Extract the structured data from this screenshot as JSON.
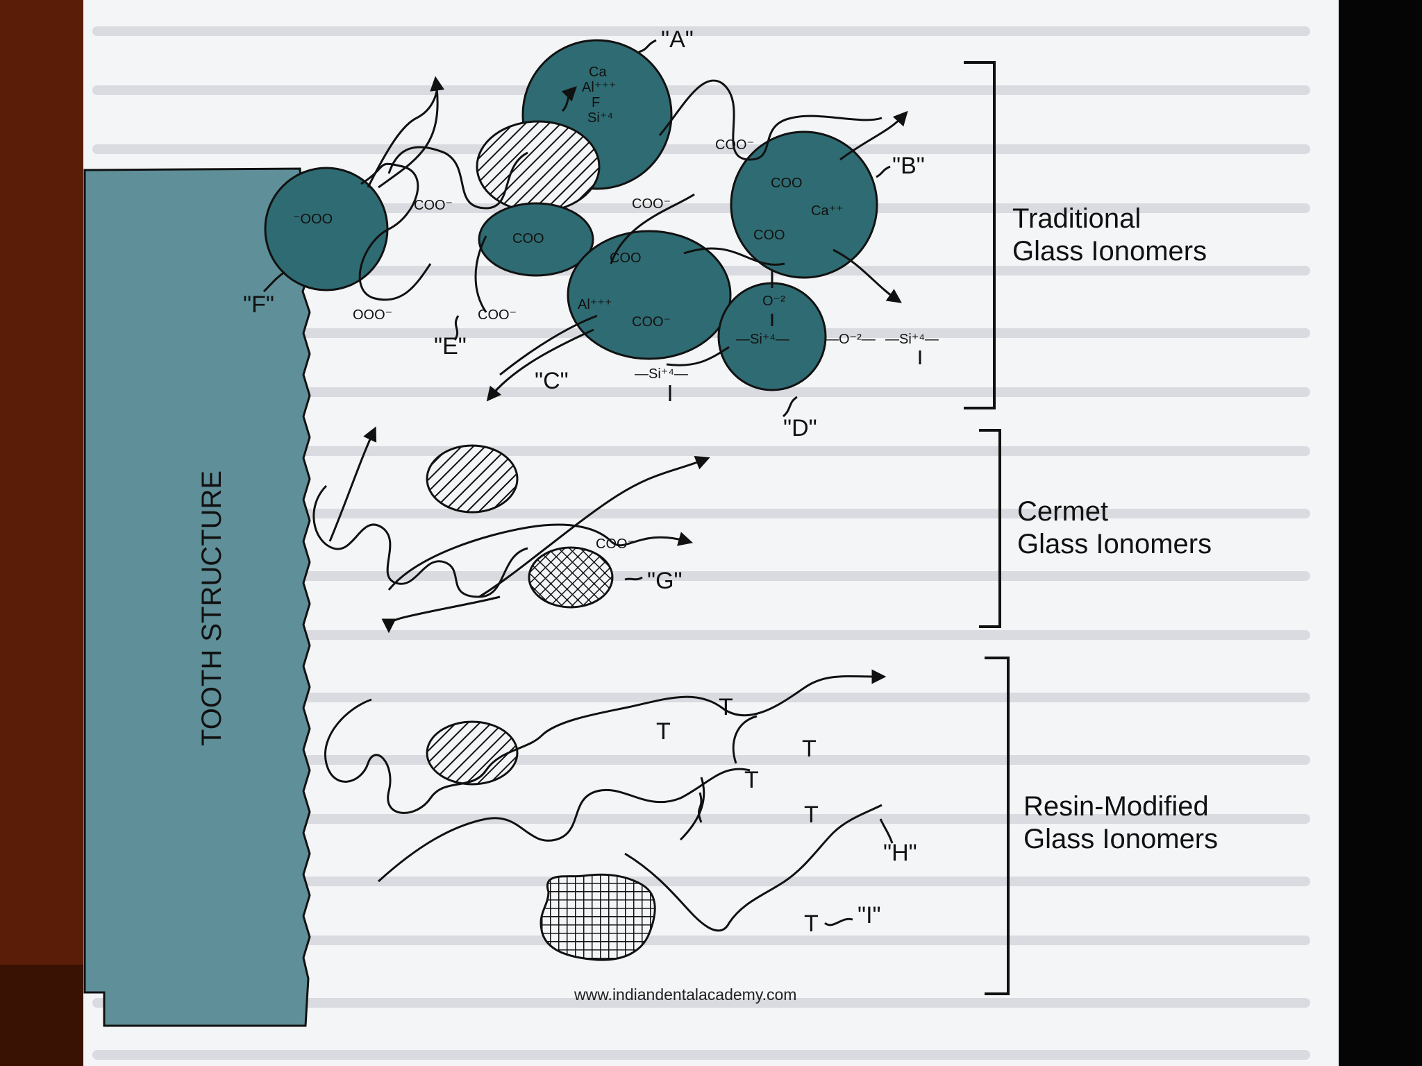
{
  "colors": {
    "tooth": "#5f8f99",
    "particle": "#2f6b72",
    "ink": "#111111",
    "paper": "#f4f5f7",
    "frame_left": "#5a1d08",
    "frame_right": "#050505"
  },
  "tooth_label": "TOOTH STRUCTURE",
  "sections": [
    {
      "line1": "Traditional",
      "line2": "Glass Ionomers"
    },
    {
      "line1": "Cermet",
      "line2": "Glass Ionomers"
    },
    {
      "line1": "Resin-Modified",
      "line2": "Glass Ionomers"
    }
  ],
  "letters": {
    "A": "\"A\"",
    "B": "\"B\"",
    "C": "\"C\"",
    "D": "\"D\"",
    "E": "\"E\"",
    "F": "\"F\"",
    "G": "\"G\"",
    "H": "\"H\"",
    "I": "\"I\""
  },
  "chem": {
    "coo_minus": "COO⁻",
    "coo": "COO",
    "ooo_minus": "OOO⁻",
    "minus_ooo": "⁻OOO",
    "ca": "Ca",
    "ca_pp": "Ca⁺⁺",
    "al_ppp": "Al⁺⁺⁺",
    "f": "F",
    "si_pppp": "Si⁺⁴",
    "si_bond": "—Si⁺⁴—",
    "o_2": "O⁻²",
    "o_bond": "—O⁻²—",
    "t": "T"
  },
  "watermark": "www.indiandentalacademy.com"
}
